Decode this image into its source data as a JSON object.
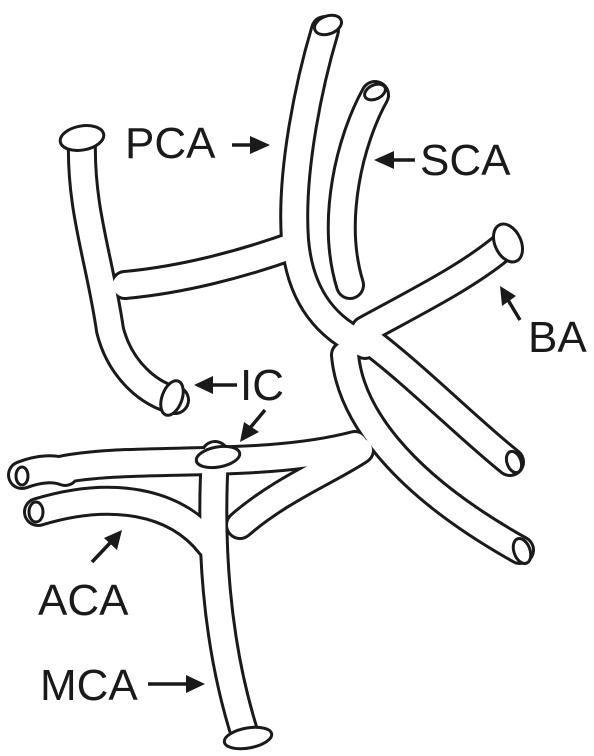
{
  "labels": {
    "pca": "PCA",
    "sca": "SCA",
    "ba": "BA",
    "ic": "IC",
    "aca": "ACA",
    "mca": "MCA"
  },
  "colors": {
    "ink": "#1a1a1a",
    "background": "#ffffff"
  }
}
